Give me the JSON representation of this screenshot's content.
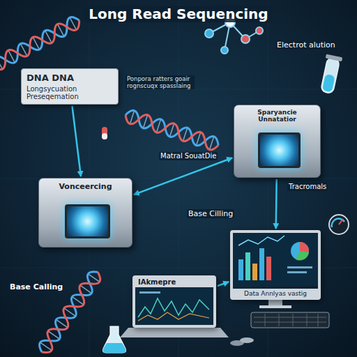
{
  "diagram": {
    "title": "Long Read Sequencing",
    "nodes": [
      {
        "text": [
          "DNA DNA",
          "Longsycuation Preseqemation"
        ]
      },
      {
        "text": [
          "Vonceercing"
        ]
      },
      {
        "text": [
          "Sparyancie Unnatatior"
        ]
      },
      {
        "text": [
          "Data Annlyas vastig"
        ]
      },
      {
        "text": [
          "IAkmepre"
        ]
      }
    ],
    "edges": [
      {
        "from": 0,
        "to": 1,
        "arrow": "to"
      },
      {
        "from": 1,
        "to": 2,
        "arrow": "both"
      },
      {
        "from": 2,
        "to": 3,
        "arrow": "to"
      },
      {
        "from": 4,
        "to": 3,
        "arrow": "to"
      }
    ],
    "labels": [
      "Electrot alution",
      "Ponpora ratters goair rognscuqx spasslaing",
      "Matral SouatDie",
      "Tracromals",
      "Base Cilling",
      "Base Calling"
    ]
  }
}
